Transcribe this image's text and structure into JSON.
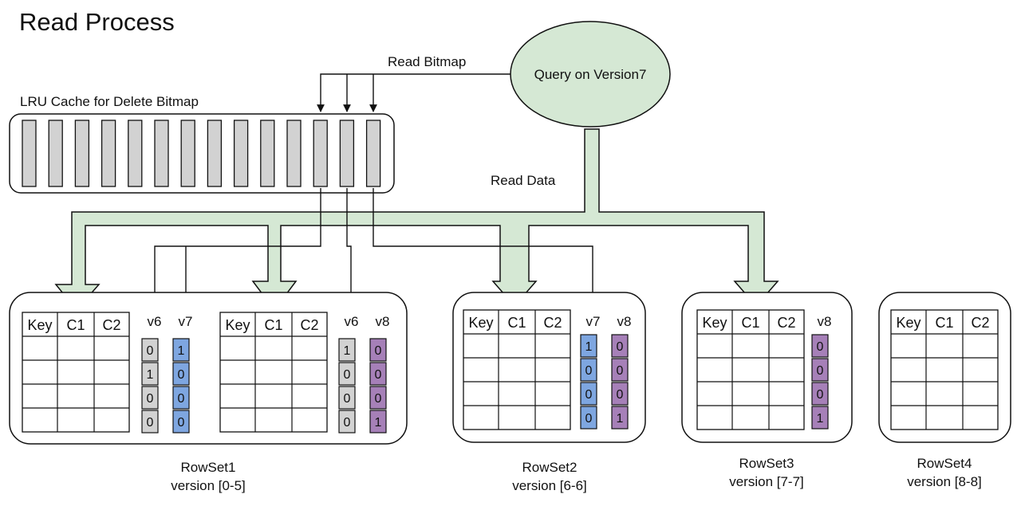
{
  "title": "Read Process",
  "query_node": "Query on Version7",
  "edge_labels": {
    "read_bitmap": "Read Bitmap",
    "read_data": "Read Data"
  },
  "lru_cache": {
    "label": "LRU Cache  for Delete Bitmap",
    "slot_count": 14
  },
  "colors": {
    "grey": "#d2d2d2",
    "blue": "#7ea6e0",
    "purple": "#a680b8",
    "arrow_fill": "#d5e8d4",
    "query_fill": "#d5e8d4"
  },
  "rowsets": [
    {
      "name": "RowSet1",
      "version": "version [0-5]",
      "segments": [
        {
          "table_headers": [
            "Key",
            "C1",
            "C2"
          ],
          "bitmaps": [
            {
              "label": "v6",
              "color": "grey",
              "bits": [
                "0",
                "1",
                "0",
                "0"
              ]
            },
            {
              "label": "v7",
              "color": "blue",
              "bits": [
                "1",
                "0",
                "0",
                "0"
              ]
            }
          ]
        },
        {
          "table_headers": [
            "Key",
            "C1",
            "C2"
          ],
          "bitmaps": [
            {
              "label": "v6",
              "color": "grey",
              "bits": [
                "1",
                "0",
                "0",
                "0"
              ]
            },
            {
              "label": "v8",
              "color": "purple",
              "bits": [
                "0",
                "0",
                "0",
                "1"
              ]
            }
          ]
        }
      ]
    },
    {
      "name": "RowSet2",
      "version": "version [6-6]",
      "segments": [
        {
          "table_headers": [
            "Key",
            "C1",
            "C2"
          ],
          "bitmaps": [
            {
              "label": "v7",
              "color": "blue",
              "bits": [
                "1",
                "0",
                "0",
                "0"
              ]
            },
            {
              "label": "v8",
              "color": "purple",
              "bits": [
                "0",
                "0",
                "0",
                "1"
              ]
            }
          ]
        }
      ]
    },
    {
      "name": "RowSet3",
      "version": "version [7-7]",
      "segments": [
        {
          "table_headers": [
            "Key",
            "C1",
            "C2"
          ],
          "bitmaps": [
            {
              "label": "v8",
              "color": "purple",
              "bits": [
                "0",
                "0",
                "0",
                "1"
              ]
            }
          ]
        }
      ]
    },
    {
      "name": "RowSet4",
      "version": "version [8-8]",
      "segments": [
        {
          "table_headers": [
            "Key",
            "C1",
            "C2"
          ],
          "bitmaps": []
        }
      ]
    }
  ]
}
